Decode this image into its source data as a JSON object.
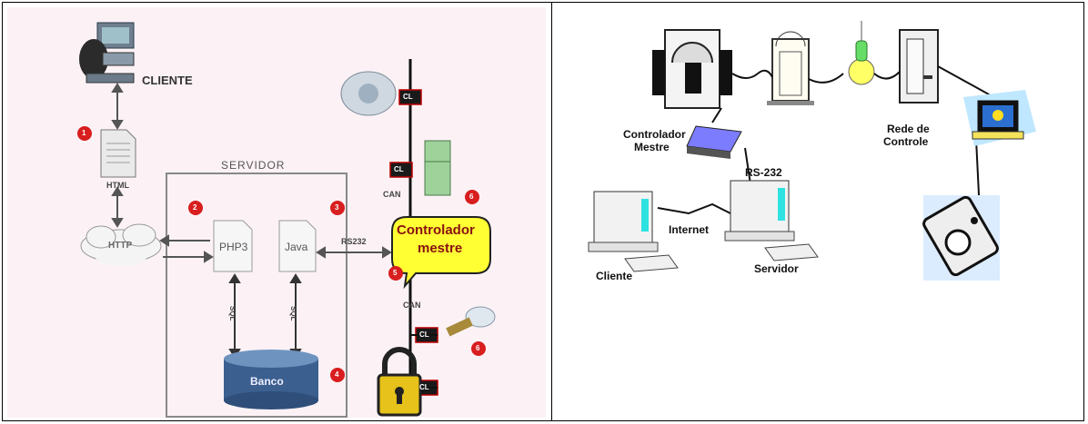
{
  "left_diagram": {
    "cliente": "CLIENTE",
    "html": "HTML",
    "http": "HTTP",
    "servidor": "SERVIDOR",
    "php3": "PHP3",
    "java": "Java",
    "rs232": "RS232",
    "controlador_line1": "Controlador",
    "controlador_line2": "mestre",
    "can_upper": "CAN",
    "can_lower": "CAN",
    "cl": "CL",
    "banco": "Banco",
    "sql_left": "SQL",
    "sql_right": "SQL",
    "steps": [
      "1",
      "2",
      "3",
      "4",
      "5",
      "6",
      "6"
    ]
  },
  "right_diagram": {
    "controlador_line1": "Controlador",
    "controlador_line2": "Mestre",
    "rs232": "RS-232",
    "internet": "Internet",
    "cliente": "Cliente",
    "servidor": "Servidor",
    "rede_line1": "Rede de",
    "rede_line2": "Controle"
  }
}
